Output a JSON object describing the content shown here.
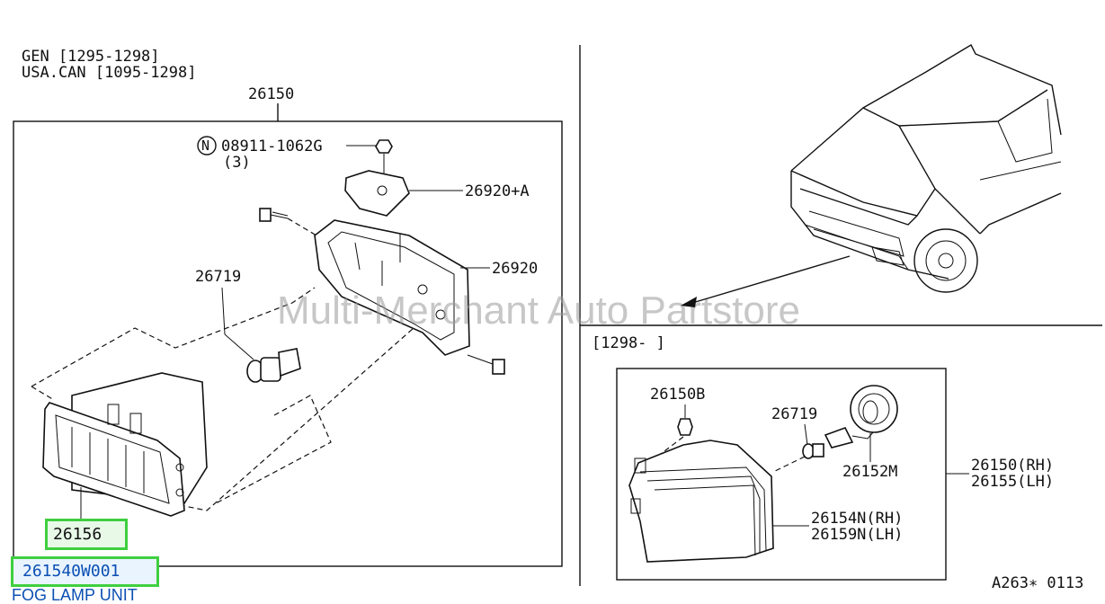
{
  "header": {
    "gen_range": "GEN [1295-1298]",
    "region_range": "USA.CAN [1095-1298]"
  },
  "labels": {
    "assembly": "26150",
    "nut_code": "N",
    "nut_part": "08911-1062G",
    "nut_qty": "(3)",
    "bracket_plate": "26920+A",
    "bracket": "26920",
    "bulb": "26719",
    "lamp_unit": "26156",
    "later_range": "[1298-      ]",
    "side_socket": "26150B",
    "side_bulb": "26719",
    "side_holder": "26152M",
    "side_lamp_rh": "26150(RH)",
    "side_lamp_lh": "26155(LH)",
    "lens_rh": "26154N(RH)",
    "lens_lh": "26159N(LH)",
    "diagram_code": "A263∗ 0113"
  },
  "watermark": "Multi-Merchant Auto Partstore",
  "highlight": {
    "part_number": "261540W001",
    "description": "FOG LAMP UNIT"
  },
  "colors": {
    "highlight_border": "#3fcf3f",
    "highlight_text": "#0b4fb3",
    "watermark": "#9a9a9a"
  }
}
